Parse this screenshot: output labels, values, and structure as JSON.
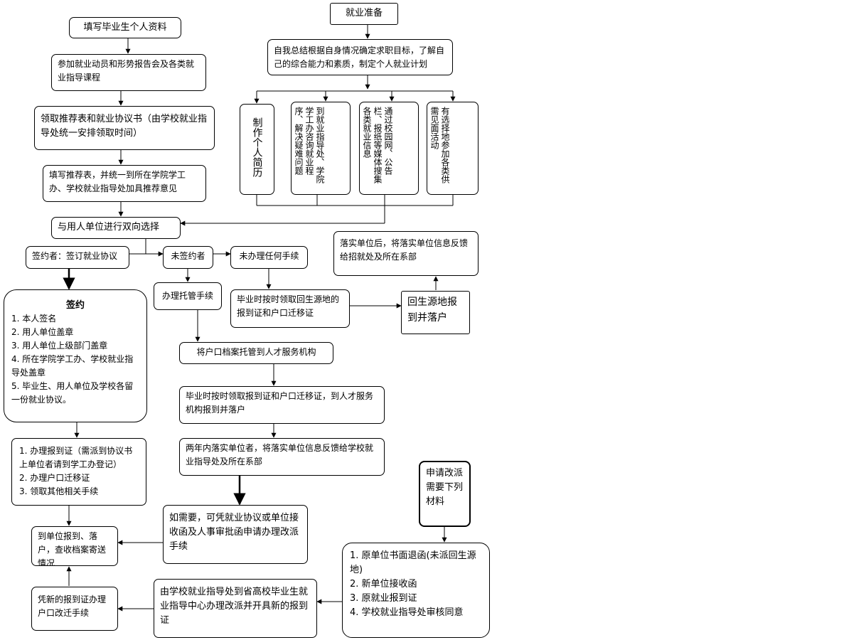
{
  "nodes": {
    "fill_info": "填写毕业生个人资料",
    "attend_meeting": "参加就业动员和形势报告会及各类就业指导课程",
    "get_forms": "领取推荐表和就业协议书（由学校就业指导处统一安排领取时间）",
    "fill_form": "填写推荐表，并统一到所在学院学工办、学校就业指导处加具推荐意见",
    "two_way_selection": "与用人单位进行双向选择",
    "signed": "签约者：签订就业协议",
    "unsigned": "未签约者",
    "no_procedure": "未办理任何手续",
    "custody": "办理托管手续",
    "return_cert": "毕业时按时领取回生源地的报到证和户口迁移证",
    "return_settle": "回生源地报到并落户",
    "feedback_after": "落实单位后，将落实单位信息反馈给招就处及所在系部",
    "archive_custody": "将户口档案托管到人才服务机构",
    "talent_cert": "毕业时按时领取报到证和户口迁移证，到人才服务机构报到并落户",
    "two_years": "两年内落实单位者，将落实单位信息反馈给学校就业指导处及所在系部",
    "if_needed": "如需要，可凭就业协议或单位接收函及人事审批函申请办理改派手续",
    "apply_title": "申请改派需要下列材料",
    "report_settle": "到单位报到、落户，查收档案寄送情况",
    "new_cert": "凭新的报到证办理户口改迁手续",
    "school_redispatch": "由学校就业指导处到省高校毕业生就业指导中心办理改派并开具新的报到证",
    "job_prep": "就业准备",
    "self_summary": "自我总结根据自身情况确定求职目标，了解自己的综合能力和素质，制定个人就业计划",
    "resume": "制作个人简历",
    "consult": "到就业指导处、学院学工办咨询就业程序、解决疑难问题",
    "info": "通过校园网、公告栏、报纸等媒体搜集各类就业信息",
    "activities": "有选择地参加各类供需见面活动"
  },
  "signing": {
    "title": "签约",
    "items": [
      "1. 本人签名",
      "2. 用人单位盖章",
      "3. 用人单位上级部门盖章",
      "4. 所在学院学工办、学校就业指导处盖章",
      "5. 毕业生、用人单位及学校各留一份就业协议。"
    ]
  },
  "procedures": {
    "items": [
      "1. 办理报到证（需派到协议书上单位者请到学工办登记）",
      "2. 办理户口迁移证",
      "3. 领取其他相关手续"
    ]
  },
  "materials": {
    "items": [
      "1. 原单位书面退函(未派回生源地)",
      "2. 新单位接收函",
      "3. 原就业报到证",
      "4. 学校就业指导处审核同意"
    ]
  }
}
